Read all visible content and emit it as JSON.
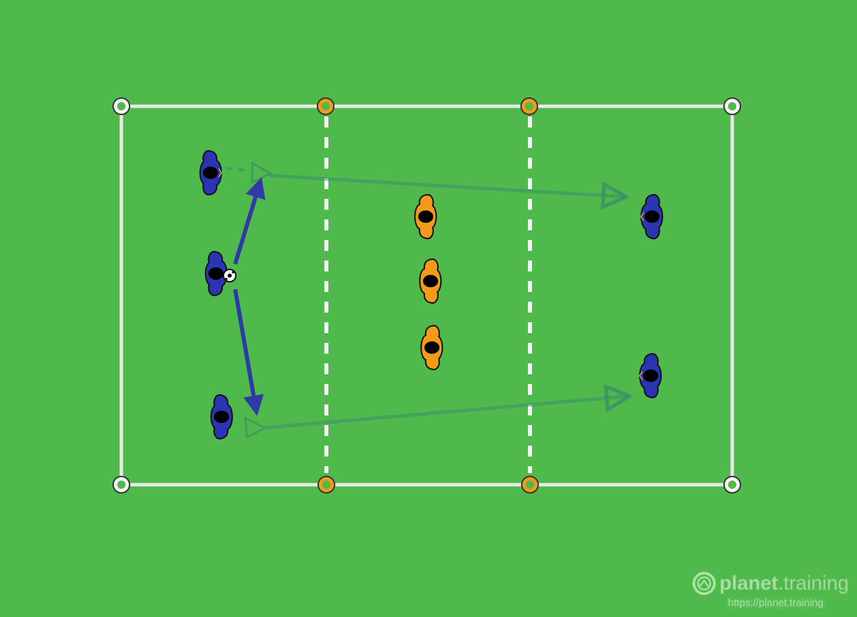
{
  "colors": {
    "grass": "#4fb94b",
    "lines": "#e8e8e8",
    "cone_orange": "#f39a1b",
    "team_blue": "#2b35b3",
    "team_orange": "#f39a1b",
    "pass_arrow": "#2f3aa8",
    "run_arrow": "#3a8f6a"
  },
  "icons": {
    "corner_cone": "white-ring-cone-icon",
    "zone_cone": "orange-ring-cone-icon",
    "player": "player-topdown-icon",
    "ball": "soccer-ball-icon"
  },
  "watermark": {
    "brand_name": "planet",
    "brand_suffix": ".training",
    "url": "https://planet.training"
  }
}
